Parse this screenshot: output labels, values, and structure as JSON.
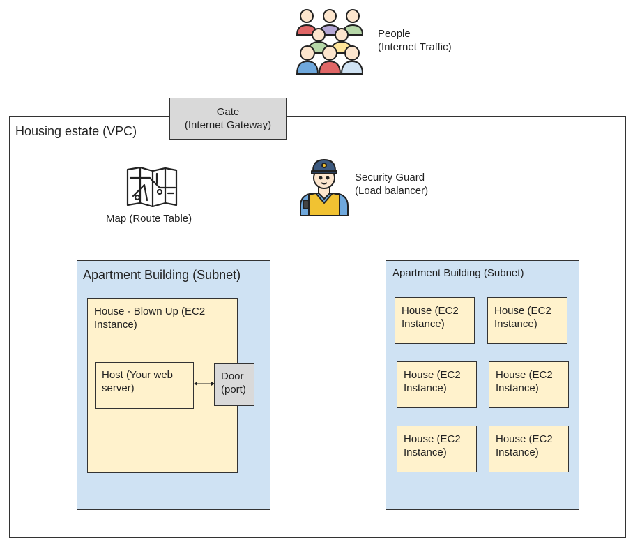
{
  "people": {
    "label": "People\n(Internet Traffic)"
  },
  "gate": {
    "label": "Gate\n(Internet Gateway)"
  },
  "vpc": {
    "label": "Housing estate (VPC)"
  },
  "map": {
    "label": "Map (Route Table)"
  },
  "guard": {
    "label": "Security Guard\n(Load balancer)"
  },
  "subnet_left": {
    "label": "Apartment Building (Subnet)",
    "house": {
      "label": "House - Blown Up (EC2\nInstance)"
    },
    "host": {
      "label": "Host (Your web\nserver)"
    },
    "door": {
      "label": "Door\n(port)"
    }
  },
  "subnet_right": {
    "label": "Apartment Building (Subnet)",
    "houses": [
      {
        "label": "House (EC2\nInstance)"
      },
      {
        "label": "House (EC2\nInstance)"
      },
      {
        "label": "House (EC2\nInstance)"
      },
      {
        "label": "House (EC2\nInstance)"
      },
      {
        "label": "House (EC2\nInstance)"
      },
      {
        "label": "House (EC2\nInstance)"
      }
    ]
  },
  "colors": {
    "subnet_fill": "#cfe2f3",
    "house_fill": "#fff2cc",
    "gate_fill": "#d9d9d9"
  },
  "icons": [
    "people-icon",
    "map-icon",
    "security-guard-icon"
  ]
}
